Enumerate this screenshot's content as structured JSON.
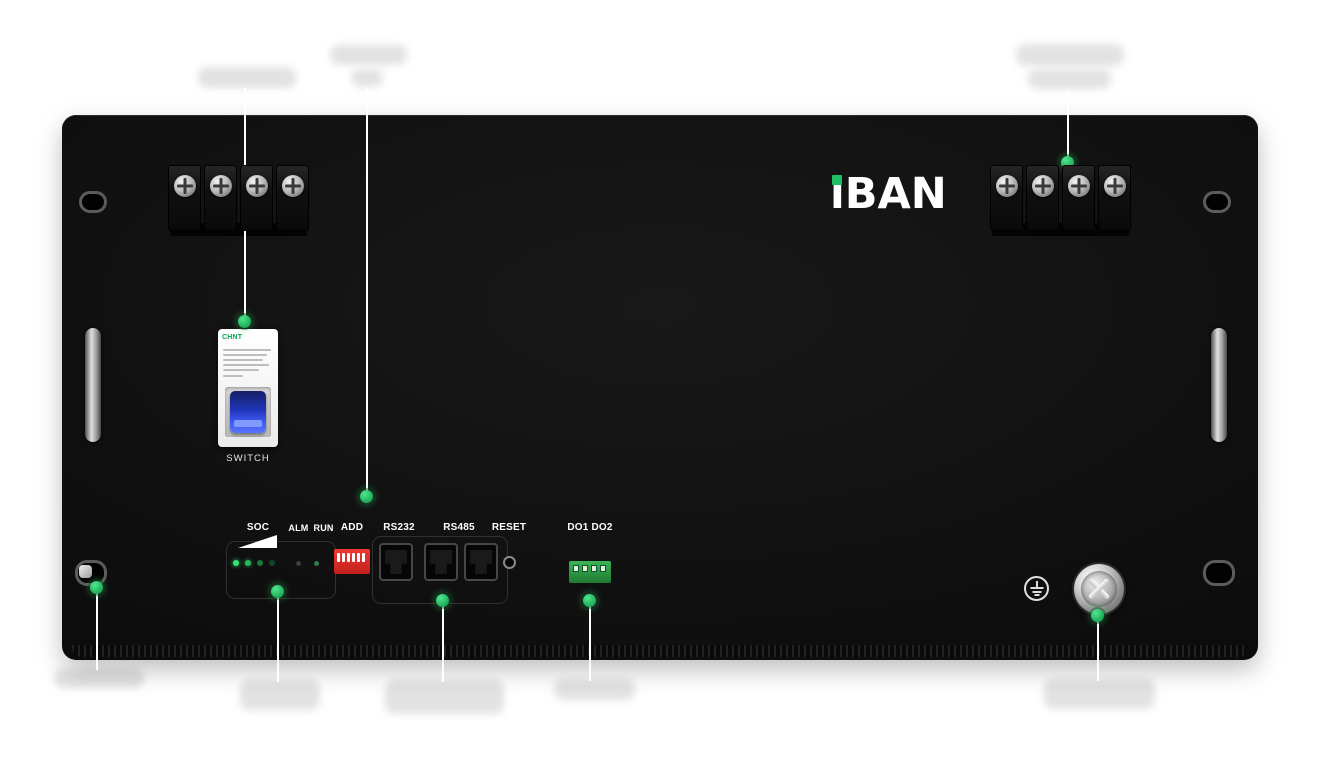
{
  "logo": {
    "text": "iBAN"
  },
  "breaker": {
    "brand": "CHNT",
    "caption": "SWITCH"
  },
  "io_panel": {
    "soc_label": "SOC",
    "alm_label": "ALM",
    "run_label": "RUN",
    "add_label": "ADD",
    "rs232_label": "RS232",
    "rs485_label": "RS485",
    "reset_label": "RESET",
    "do_label": "DO1 DO2"
  },
  "colors": {
    "panel_black": "#0d0d0d",
    "callout_green": "#1fbf63",
    "led_green": "#2ee06a",
    "dip_red": "#e0392f",
    "do_connector_green": "#2f9e44",
    "breaker_blue": "#2743d6",
    "logo_white": "#ffffff"
  }
}
